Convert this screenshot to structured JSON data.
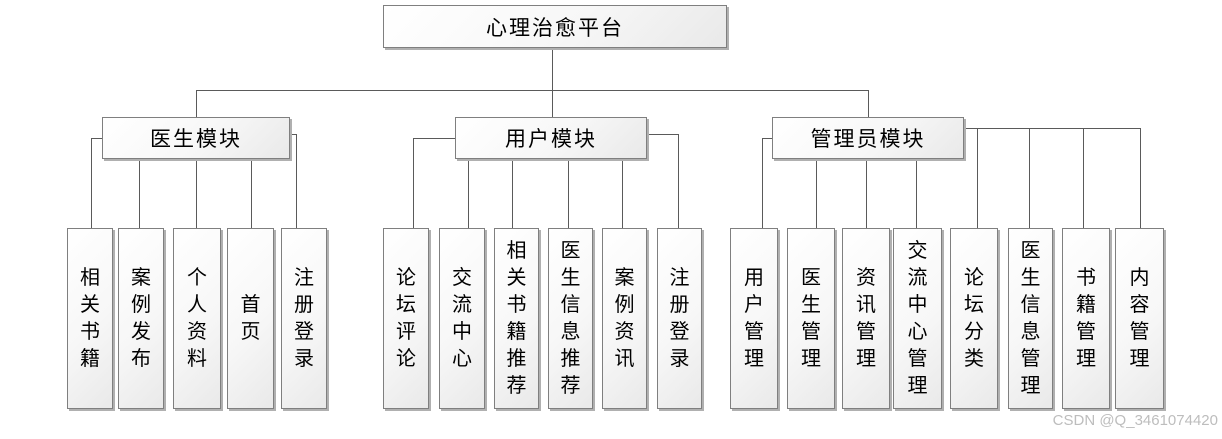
{
  "title": "心理治愈平台",
  "root": {
    "label": "心理治愈平台"
  },
  "modules": [
    {
      "label": "医生模块",
      "children": [
        "相关书籍",
        "案例发布",
        "个人资料",
        "首页",
        "注册登录"
      ]
    },
    {
      "label": "用户模块",
      "children": [
        "论坛评论",
        "交流中心",
        "相关书籍推荐",
        "医生信息推荐",
        "案例资讯",
        "注册登录"
      ]
    },
    {
      "label": "管理员模块",
      "children": [
        "用户管理",
        "医生管理",
        "资讯管理",
        "交流中心管理",
        "论坛分类",
        "医生信息管理",
        "书籍管理",
        "内容管理"
      ]
    }
  ],
  "watermark": "CSDN @Q_3461074420",
  "colors": {
    "box_border": "#7f7f7f",
    "connector_line": "#5a5a5a",
    "box_fill_top": "#ffffff",
    "box_fill_bottom": "#e9e9e9",
    "shadow": "#b0b0b0",
    "text": "#000000",
    "watermark_text": "#bdbdbd"
  }
}
